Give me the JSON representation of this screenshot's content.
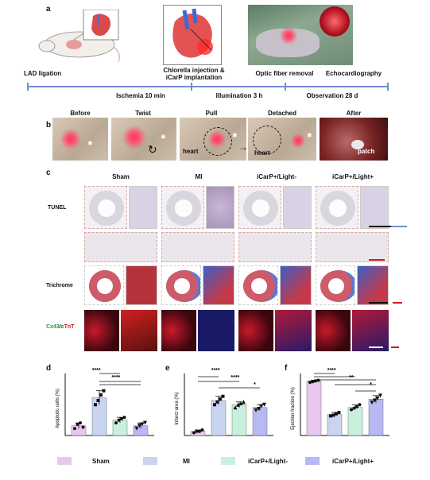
{
  "panel_a": {
    "label": "a",
    "steps": [
      "LAD ligation",
      "Chlorella injection &\niCarP implantation",
      "Optic fiber removal",
      "Echocardiography"
    ],
    "phases": [
      "Ischemia 10 min",
      "Illumination 3 h",
      "Observation 28 d"
    ]
  },
  "panel_b": {
    "label": "b",
    "titles": [
      "Before",
      "Twist",
      "Pull",
      "Detached",
      "After"
    ],
    "annotations": {
      "heart1": "heart",
      "heart2": "heart",
      "patch": "patch"
    }
  },
  "panel_c": {
    "label": "c",
    "columns": [
      "Sham",
      "MI",
      "iCarP+/Light-",
      "iCarP+/Light+"
    ],
    "rows": {
      "tunel": "TUNEL",
      "trichrome": "Trichrome",
      "cx43": "Cx43",
      "slash": "/",
      "ctnt": "cTnT"
    }
  },
  "panel_d": {
    "label": "d",
    "ylabel": "Apoptotic cells (%)",
    "sig": [
      "****",
      "****"
    ]
  },
  "panel_e": {
    "label": "e",
    "ylabel": "Infarct area (%)",
    "sig": [
      "****",
      "****",
      "*"
    ]
  },
  "panel_f": {
    "label": "f",
    "ylabel": "Ejection fraction (%)",
    "sig": [
      "****",
      "**",
      "*"
    ]
  },
  "legend": [
    "Sham",
    "MI",
    "iCarP+/Light-",
    "iCarP+/Light+"
  ],
  "colors": {
    "sham": "#e8c8f0",
    "mi": "#c8d4f0",
    "light_minus": "#c8f0dc",
    "light_plus": "#b8b8f4"
  },
  "chart_data": [
    {
      "type": "bar",
      "panel": "d",
      "categories": [
        "Sham",
        "MI",
        "iCarP+/Light-",
        "iCarP+/Light+"
      ],
      "values": [
        7,
        27,
        11,
        7
      ],
      "ylim": [
        0,
        50
      ],
      "points": [
        [
          5,
          8,
          9,
          6
        ],
        [
          22,
          25,
          29,
          32
        ],
        [
          9,
          11,
          12,
          13
        ],
        [
          5,
          7,
          8,
          9
        ]
      ]
    },
    {
      "type": "bar",
      "panel": "e",
      "categories": [
        "Sham",
        "MI",
        "iCarP+/Light-",
        "iCarP+/Light+"
      ],
      "values": [
        3,
        25,
        22,
        20
      ],
      "ylim": [
        0,
        50
      ],
      "points": [
        [
          2,
          3,
          3,
          4
        ],
        [
          22,
          24,
          26,
          28
        ],
        [
          20,
          22,
          23,
          24
        ],
        [
          18,
          19,
          21,
          22
        ]
      ]
    },
    {
      "type": "bar",
      "panel": "f",
      "categories": [
        "Sham",
        "MI",
        "iCarP+/Light-",
        "iCarP+/Light+"
      ],
      "values": [
        78,
        30,
        40,
        52
      ],
      "ylim": [
        0,
        100
      ],
      "points": [
        [
          76,
          77,
          78,
          79
        ],
        [
          28,
          29,
          31,
          33
        ],
        [
          37,
          39,
          41,
          44
        ],
        [
          47,
          50,
          53,
          57
        ]
      ]
    }
  ]
}
